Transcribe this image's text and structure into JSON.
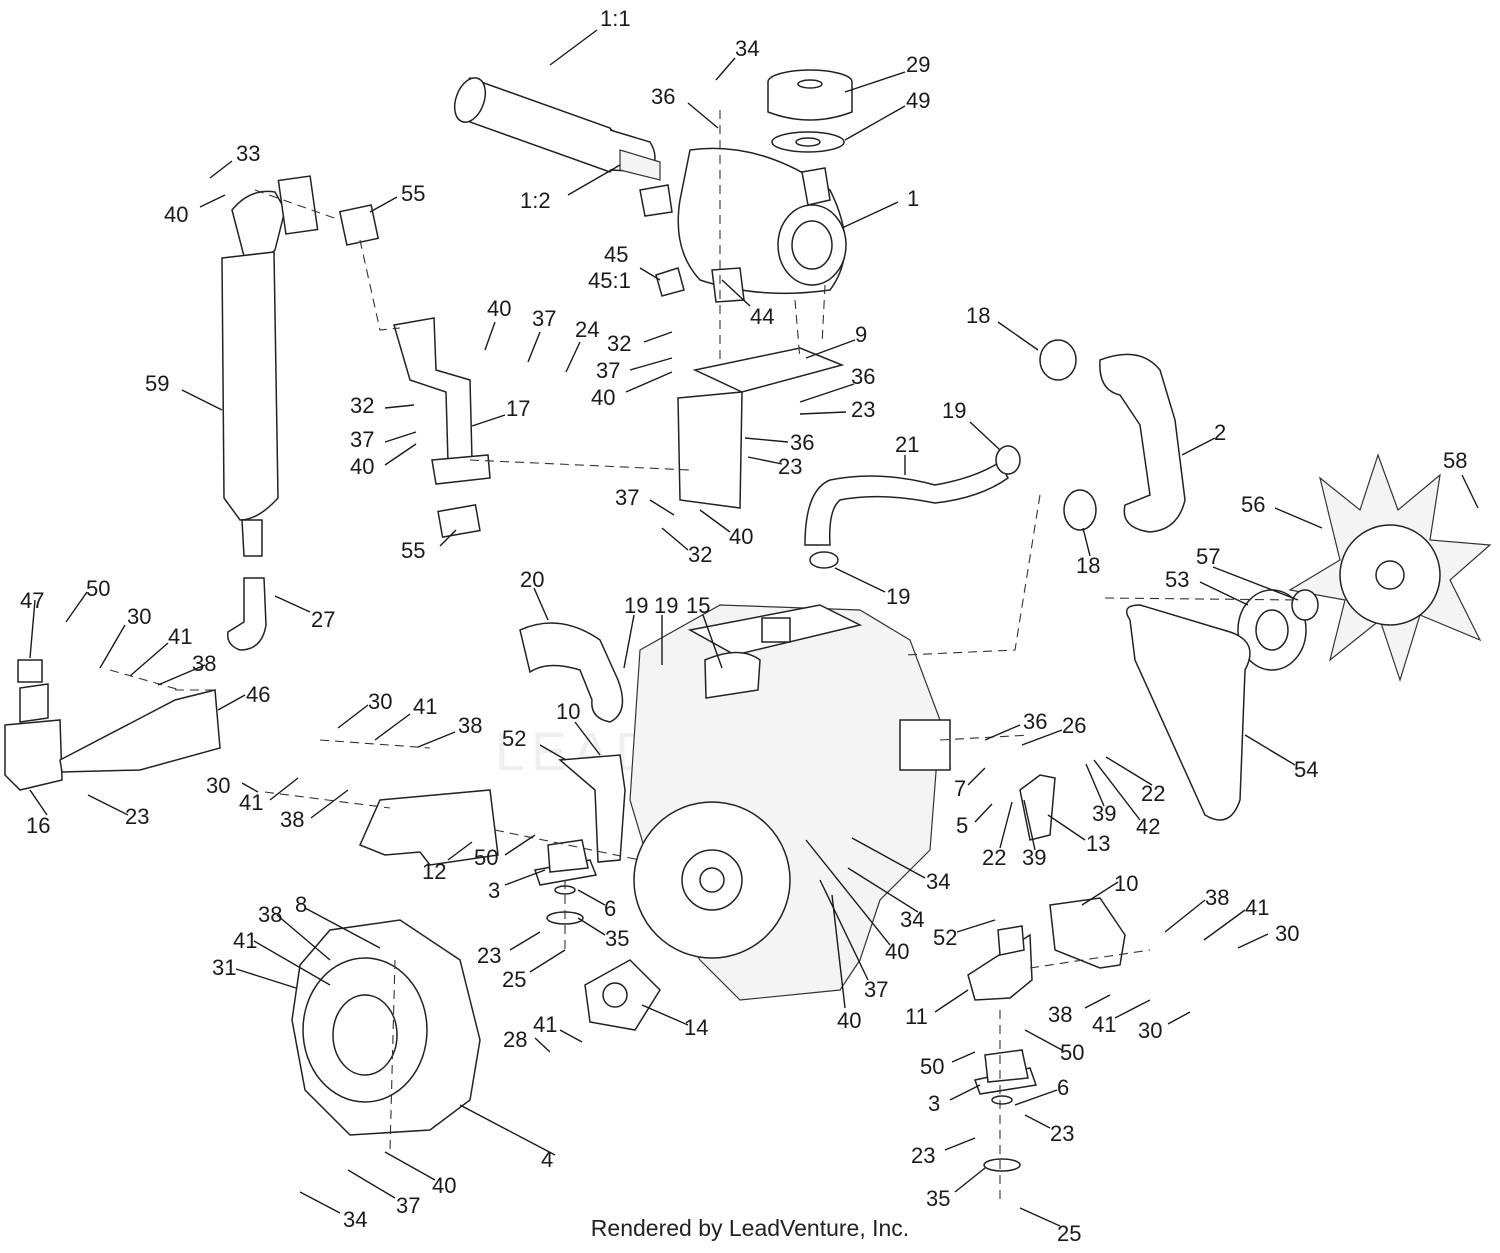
{
  "footer": "Rendered by LeadVenture, Inc.",
  "watermark": "LEADVENTURE",
  "callouts": [
    {
      "t": "1:1"
    },
    {
      "t": "34"
    },
    {
      "t": "29"
    },
    {
      "t": "49"
    },
    {
      "t": "36"
    },
    {
      "t": "1:2"
    },
    {
      "t": "1"
    },
    {
      "t": "33"
    },
    {
      "t": "40"
    },
    {
      "t": "55"
    },
    {
      "t": "45"
    },
    {
      "t": "45:1"
    },
    {
      "t": "44"
    },
    {
      "t": "40"
    },
    {
      "t": "37"
    },
    {
      "t": "24"
    },
    {
      "t": "32"
    },
    {
      "t": "37"
    },
    {
      "t": "40"
    },
    {
      "t": "9"
    },
    {
      "t": "18"
    },
    {
      "t": "59"
    },
    {
      "t": "36"
    },
    {
      "t": "23"
    },
    {
      "t": "32"
    },
    {
      "t": "17"
    },
    {
      "t": "37"
    },
    {
      "t": "40"
    },
    {
      "t": "36"
    },
    {
      "t": "23"
    },
    {
      "t": "19"
    },
    {
      "t": "21"
    },
    {
      "t": "2"
    },
    {
      "t": "58"
    },
    {
      "t": "56"
    },
    {
      "t": "37"
    },
    {
      "t": "40"
    },
    {
      "t": "32"
    },
    {
      "t": "55"
    },
    {
      "t": "18"
    },
    {
      "t": "57"
    },
    {
      "t": "53"
    },
    {
      "t": "19"
    },
    {
      "t": "20"
    },
    {
      "t": "19"
    },
    {
      "t": "19"
    },
    {
      "t": "15"
    },
    {
      "t": "47"
    },
    {
      "t": "50"
    },
    {
      "t": "30"
    },
    {
      "t": "41"
    },
    {
      "t": "27"
    },
    {
      "t": "38"
    },
    {
      "t": "46"
    },
    {
      "t": "30"
    },
    {
      "t": "41"
    },
    {
      "t": "38"
    },
    {
      "t": "52"
    },
    {
      "t": "10"
    },
    {
      "t": "36"
    },
    {
      "t": "26"
    },
    {
      "t": "54"
    },
    {
      "t": "30"
    },
    {
      "t": "41"
    },
    {
      "t": "38"
    },
    {
      "t": "16"
    },
    {
      "t": "23"
    },
    {
      "t": "7"
    },
    {
      "t": "22"
    },
    {
      "t": "39"
    },
    {
      "t": "42"
    },
    {
      "t": "5"
    },
    {
      "t": "22"
    },
    {
      "t": "39"
    },
    {
      "t": "13"
    },
    {
      "t": "12"
    },
    {
      "t": "50"
    },
    {
      "t": "3"
    },
    {
      "t": "34"
    },
    {
      "t": "6"
    },
    {
      "t": "10"
    },
    {
      "t": "38"
    },
    {
      "t": "41"
    },
    {
      "t": "30"
    },
    {
      "t": "8"
    },
    {
      "t": "34"
    },
    {
      "t": "38"
    },
    {
      "t": "41"
    },
    {
      "t": "31"
    },
    {
      "t": "35"
    },
    {
      "t": "40"
    },
    {
      "t": "52"
    },
    {
      "t": "23"
    },
    {
      "t": "25"
    },
    {
      "t": "37"
    },
    {
      "t": "11"
    },
    {
      "t": "40"
    },
    {
      "t": "38"
    },
    {
      "t": "41"
    },
    {
      "t": "30"
    },
    {
      "t": "14"
    },
    {
      "t": "28"
    },
    {
      "t": "41"
    },
    {
      "t": "50"
    },
    {
      "t": "50"
    },
    {
      "t": "6"
    },
    {
      "t": "3"
    },
    {
      "t": "23"
    },
    {
      "t": "23"
    },
    {
      "t": "4"
    },
    {
      "t": "40"
    },
    {
      "t": "35"
    },
    {
      "t": "34"
    },
    {
      "t": "37"
    },
    {
      "t": "25"
    }
  ]
}
